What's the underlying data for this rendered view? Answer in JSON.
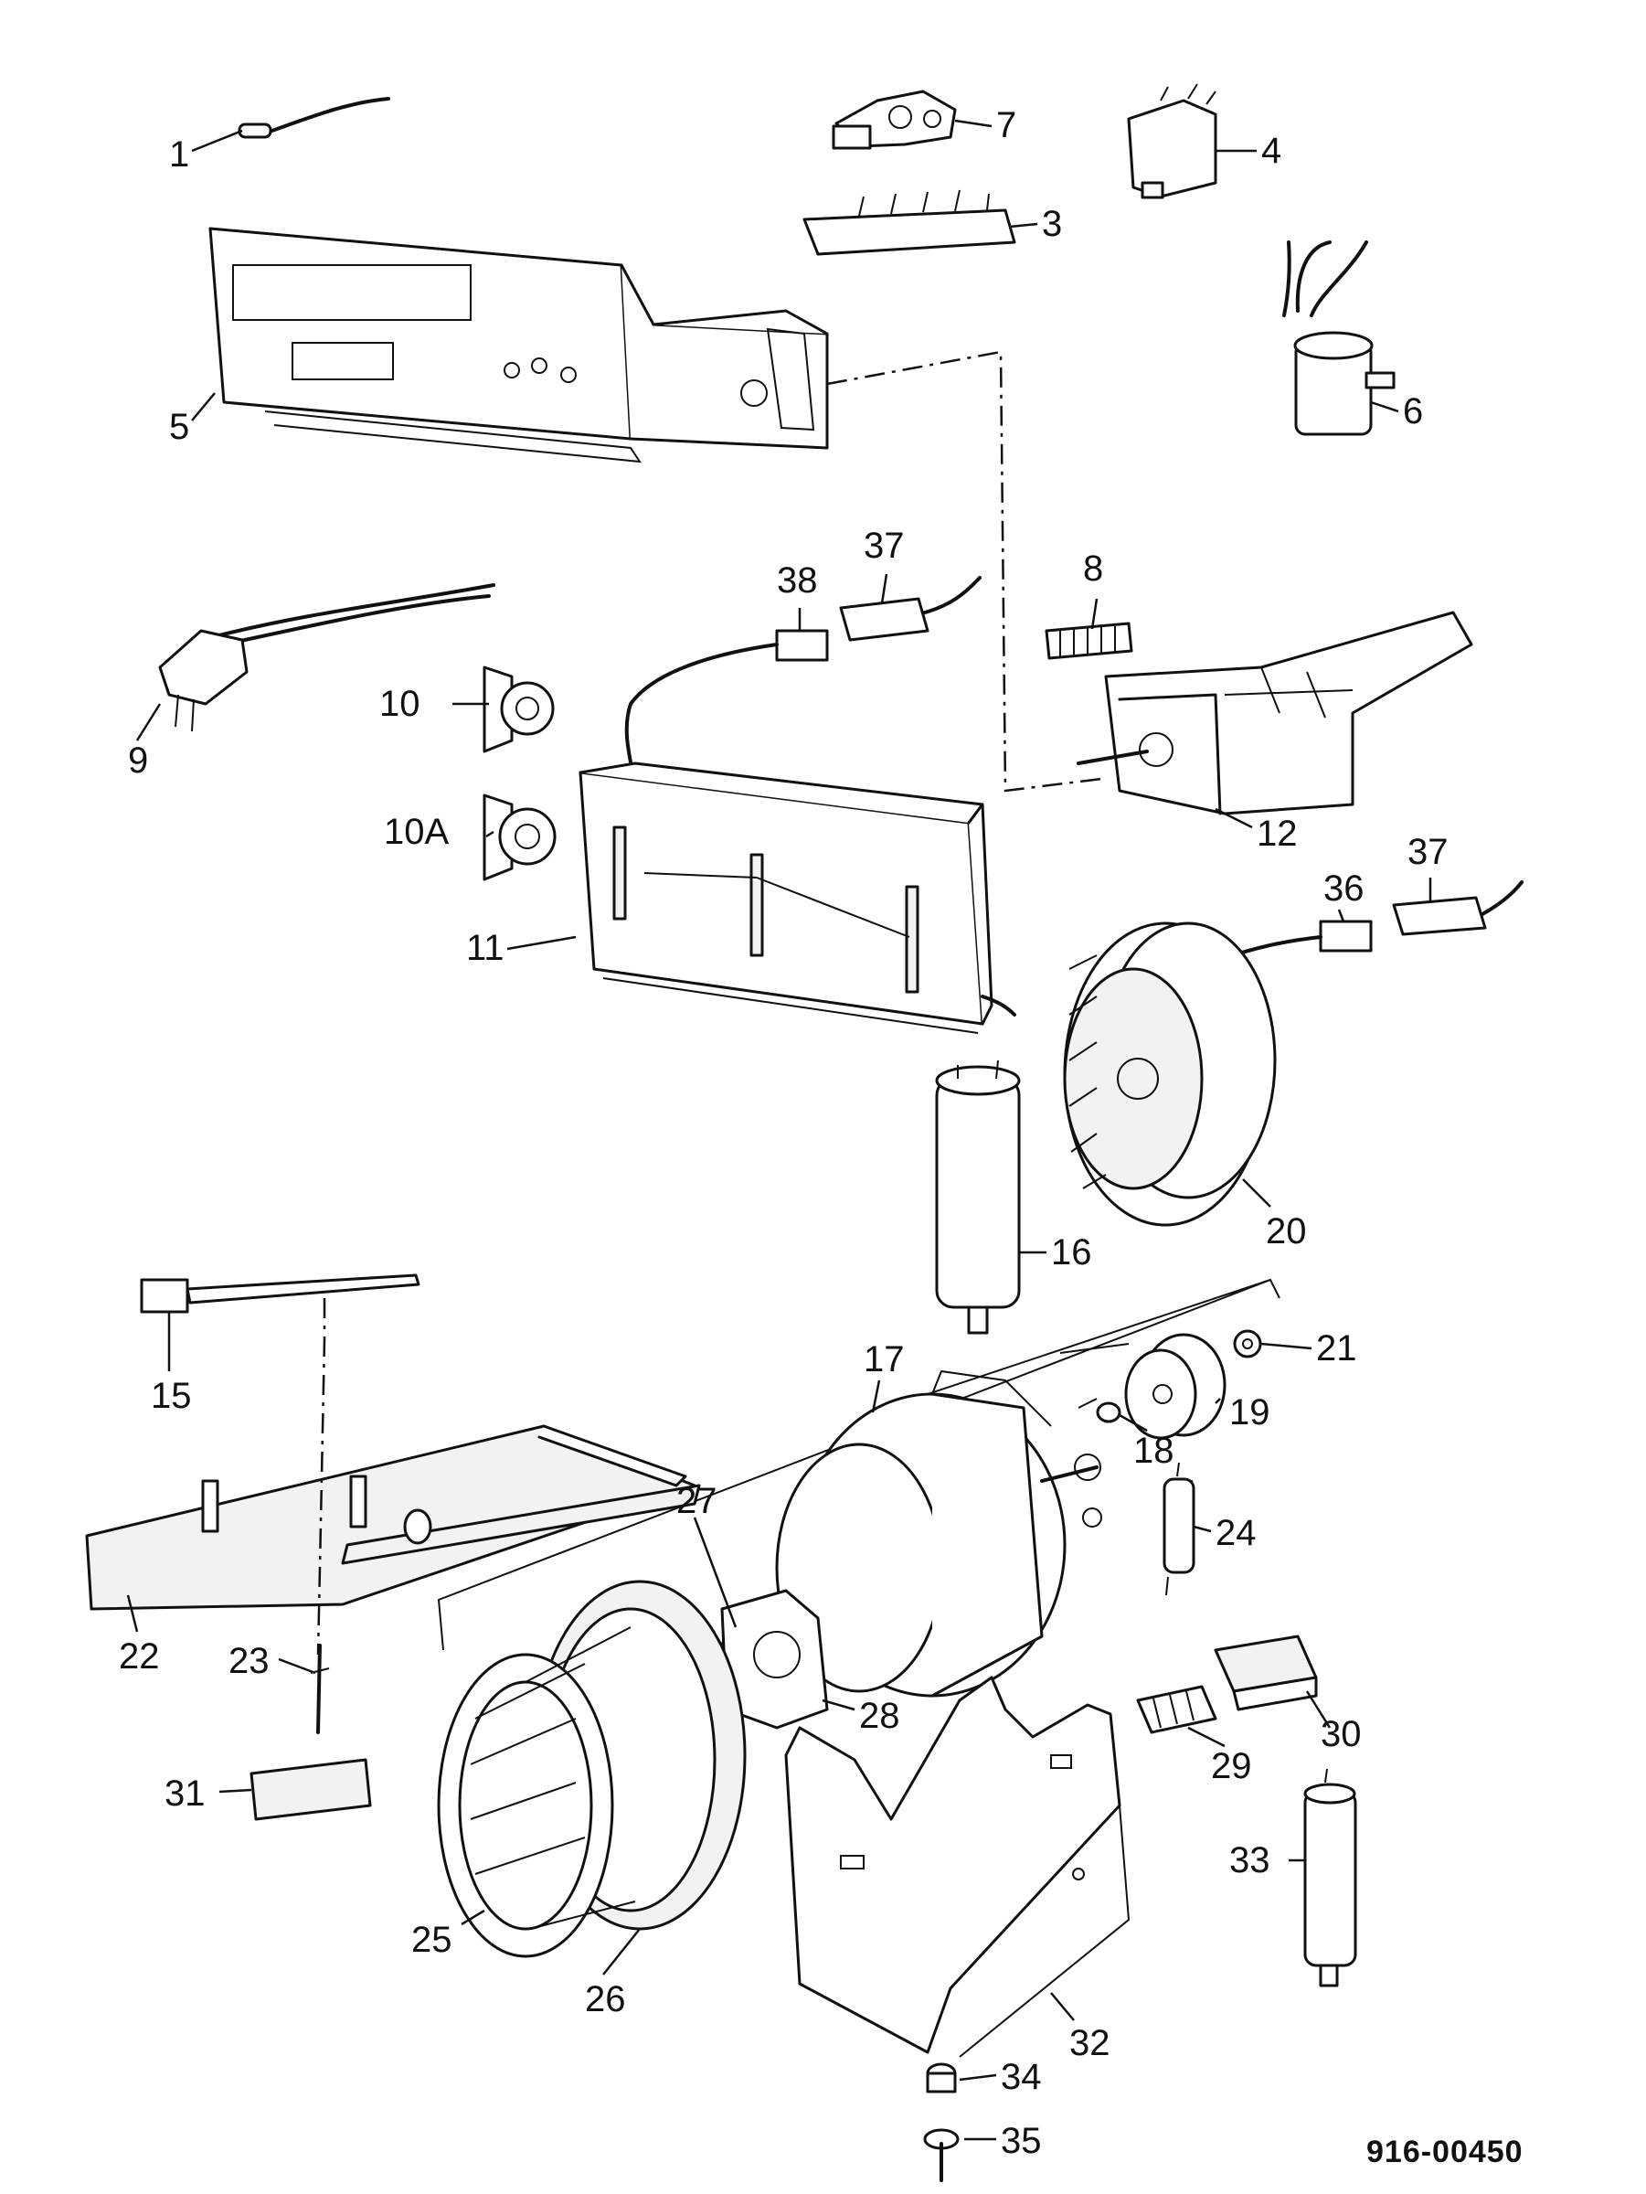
{
  "figure": {
    "reference_number": "916-00450",
    "callouts": [
      {
        "id": "1",
        "text": "1"
      },
      {
        "id": "3",
        "text": "3"
      },
      {
        "id": "4",
        "text": "4"
      },
      {
        "id": "5",
        "text": "5"
      },
      {
        "id": "6",
        "text": "6"
      },
      {
        "id": "7",
        "text": "7"
      },
      {
        "id": "8",
        "text": "8"
      },
      {
        "id": "9",
        "text": "9"
      },
      {
        "id": "10",
        "text": "10"
      },
      {
        "id": "10A",
        "text": "10A"
      },
      {
        "id": "11",
        "text": "11"
      },
      {
        "id": "12",
        "text": "12"
      },
      {
        "id": "15",
        "text": "15"
      },
      {
        "id": "16",
        "text": "16"
      },
      {
        "id": "17",
        "text": "17"
      },
      {
        "id": "18",
        "text": "18"
      },
      {
        "id": "19",
        "text": "19"
      },
      {
        "id": "20",
        "text": "20"
      },
      {
        "id": "21",
        "text": "21"
      },
      {
        "id": "22",
        "text": "22"
      },
      {
        "id": "23",
        "text": "23"
      },
      {
        "id": "24",
        "text": "24"
      },
      {
        "id": "25",
        "text": "25"
      },
      {
        "id": "26",
        "text": "26"
      },
      {
        "id": "27",
        "text": "27"
      },
      {
        "id": "28",
        "text": "28"
      },
      {
        "id": "29",
        "text": "29"
      },
      {
        "id": "30",
        "text": "30"
      },
      {
        "id": "31",
        "text": "31"
      },
      {
        "id": "32",
        "text": "32"
      },
      {
        "id": "33",
        "text": "33"
      },
      {
        "id": "34",
        "text": "34"
      },
      {
        "id": "35",
        "text": "35"
      },
      {
        "id": "36",
        "text": "36"
      },
      {
        "id": "37a",
        "text": "37"
      },
      {
        "id": "37b",
        "text": "37"
      },
      {
        "id": "38",
        "text": "38"
      }
    ]
  }
}
